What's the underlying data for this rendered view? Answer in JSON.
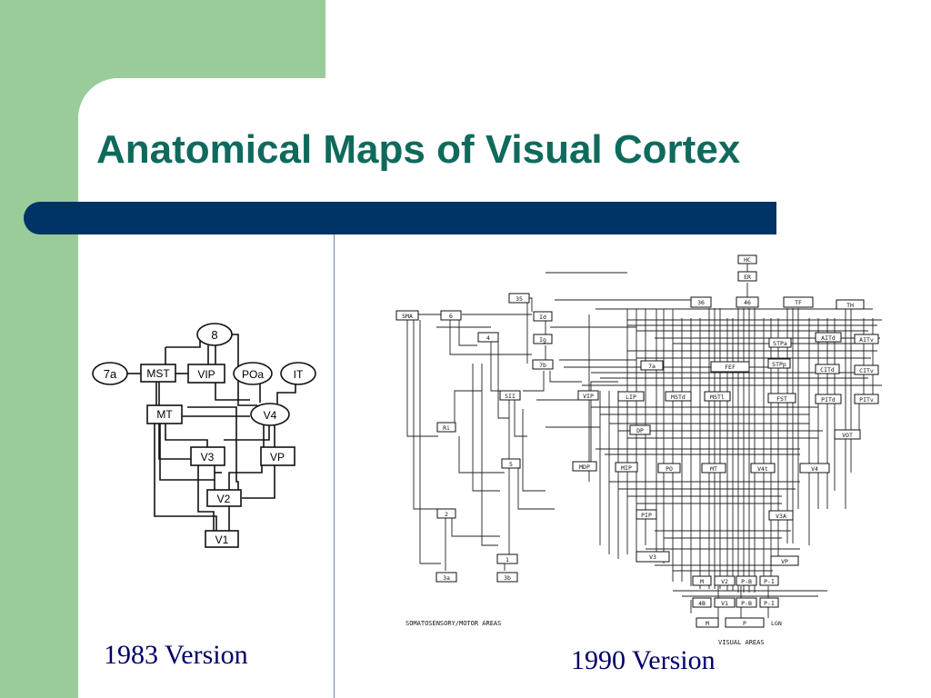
{
  "slide": {
    "title": "Anatomical Maps of Visual Cortex",
    "caption_1983": "1983 Version",
    "caption_1990": "1990 Version",
    "colors": {
      "sidebar_green": "#99cc99",
      "title_teal": "#0f6a5c",
      "bar_navy": "#003366",
      "caption_navy": "#000066"
    }
  },
  "diagram_1983": {
    "nodes": {
      "n8": "8",
      "n7a": "7a",
      "nMST": "MST",
      "nVIP": "VIP",
      "nPOa": "POa",
      "nIT": "IT",
      "nMT": "MT",
      "nV4": "V4",
      "nV3": "V3",
      "nVP": "VP",
      "nV2": "V2",
      "nV1": "V1"
    }
  },
  "diagram_1990": {
    "nodes": {
      "HC": "HC",
      "ER": "ER",
      "n36": "36",
      "n46": "46",
      "TF": "TF",
      "TH": "TH",
      "STPa": "STPa",
      "AITd": "AITd",
      "AITv": "AITv",
      "STPp": "STPp",
      "CITd": "CITd",
      "CITv": "CITv",
      "n7a": "7a",
      "FEF": "FEF",
      "LIP": "LIP",
      "MSTd": "MSTd",
      "MSTl": "MSTl",
      "FST": "FST",
      "PITd": "PITd",
      "PITv": "PITv",
      "VIP": "VIP",
      "DP": "DP",
      "VOT": "VOT",
      "MDP": "MDP",
      "MIP": "MIP",
      "PO": "PO",
      "MT": "MT",
      "V4t": "V4t",
      "V4": "V4",
      "V3A": "V3A",
      "PIP": "PIP",
      "V3": "V3",
      "VP": "VP",
      "M": "M",
      "V2": "V2",
      "PB2": "P-B",
      "PI2": "P-I",
      "n4B": "4B",
      "V1": "V1",
      "PB1": "P-B",
      "PI1": "P-I",
      "Mg": "M",
      "Pg": "P",
      "LGN": "LGN",
      "SMA": "SMA",
      "n35": "35",
      "n6": "6",
      "n4": "4",
      "n7b": "7b",
      "Ig": "Ig",
      "Id": "Id",
      "SII": "SII",
      "Ri": "Ri",
      "n5": "5",
      "n2": "2",
      "n1": "1",
      "n3a": "3a",
      "n3b": "3b"
    },
    "labels": {
      "somatosensory": "SOMATOSENSORY/MOTOR AREAS",
      "visual": "VISUAL AREAS"
    }
  }
}
